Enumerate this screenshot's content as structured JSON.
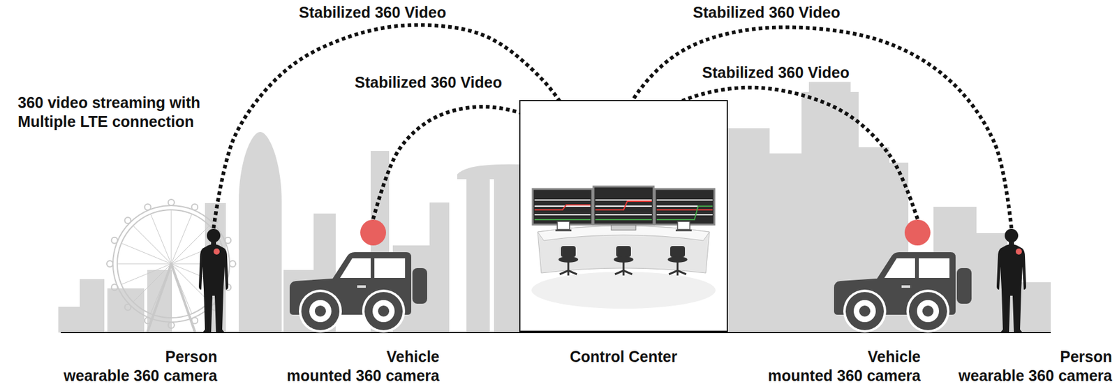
{
  "diagram": {
    "nodes": [
      {
        "text": [
          "Person",
          "wearable 360 camera"
        ]
      },
      {
        "text": [
          "Vehicle",
          "mounted 360 camera"
        ]
      },
      {
        "text": [
          "Control Center"
        ]
      },
      {
        "text": [
          "Vehicle",
          "mounted 360 camera"
        ]
      },
      {
        "text": [
          "Person",
          "wearable 360 camera"
        ]
      }
    ],
    "edges": [
      {
        "from": 0,
        "to": 2,
        "arrow": "to",
        "label": "Stabilized 360 Video"
      },
      {
        "from": 1,
        "to": 2,
        "arrow": "to",
        "label": "Stabilized 360 Video"
      },
      {
        "from": 3,
        "to": 2,
        "arrow": "to",
        "label": "Stabilized 360 Video"
      },
      {
        "from": 4,
        "to": 2,
        "arrow": "to",
        "label": "Stabilized 360 Video"
      }
    ],
    "labels": [
      "360 video streaming with Multiple LTE connection"
    ]
  }
}
